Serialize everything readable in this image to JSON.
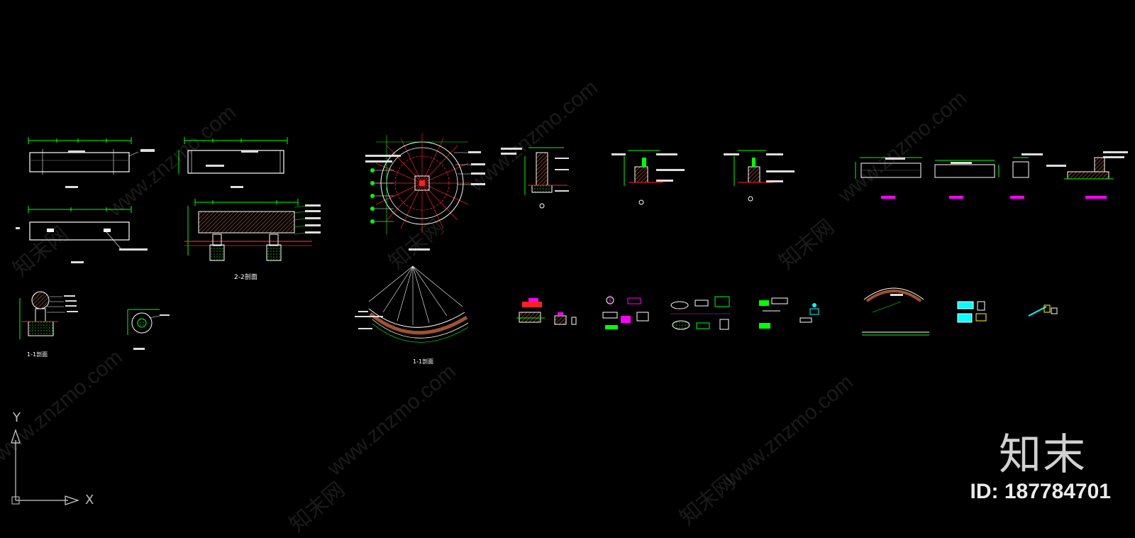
{
  "watermark": {
    "url": "www.znzmo.com",
    "cn": "知末网",
    "logo": "知末",
    "id_label": "ID: 187784701"
  },
  "ucs": {
    "x_label": "X",
    "y_label": "Y"
  },
  "labels": {
    "sec_1_1_left": "1-1剖面",
    "sec_2_2": "2-2剖面",
    "sec_1_1_center": "1-1剖面"
  },
  "colors": {
    "background": "#000000",
    "white": "#ffffff",
    "green": "#00ff00",
    "red": "#ff2020",
    "magenta": "#ff00ff",
    "cyan": "#00ffff",
    "yellow": "#ffff00",
    "brown": "#a0522d"
  }
}
